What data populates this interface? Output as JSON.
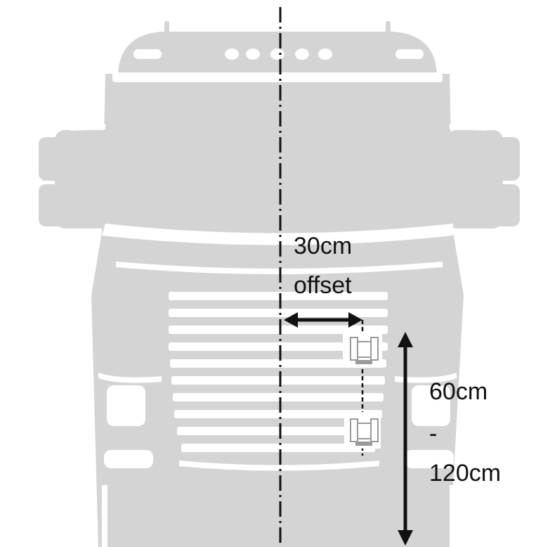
{
  "labels": {
    "offset_value": "30cm",
    "offset_word": "offset",
    "height_min": "60cm",
    "height_sep": "-",
    "height_max": "120cm"
  },
  "colors": {
    "truck_body": "#d4d4d4",
    "truck_detail": "#ffffff",
    "line": "#111111",
    "sensor": "#9a9a9a"
  }
}
